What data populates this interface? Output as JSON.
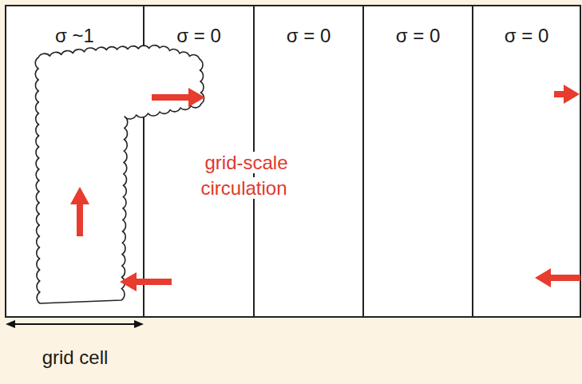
{
  "diagram": {
    "nodes": [
      {
        "text": [
          "σ ~1"
        ]
      },
      {
        "text": [
          "σ = 0"
        ]
      },
      {
        "text": [
          "σ = 0"
        ]
      },
      {
        "text": [
          "σ = 0"
        ]
      },
      {
        "text": [
          "σ = 0"
        ]
      }
    ],
    "labels": [
      "grid-scale circulation",
      "grid cell"
    ]
  }
}
